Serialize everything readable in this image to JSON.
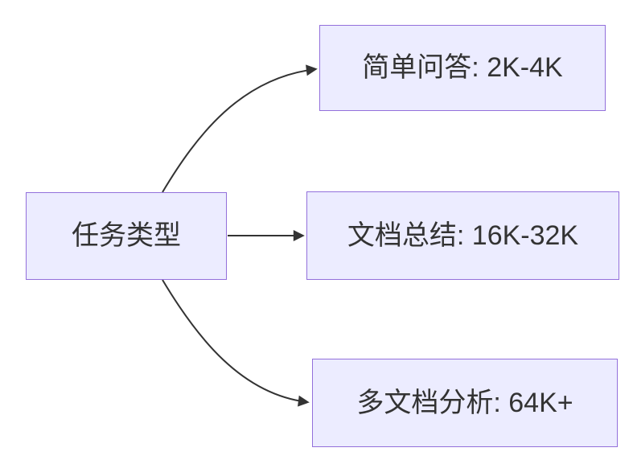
{
  "diagram": {
    "type": "flowchart",
    "root": {
      "label": "任务类型"
    },
    "branches": [
      {
        "label": "简单问答: 2K-4K"
      },
      {
        "label": "文档总结: 16K-32K"
      },
      {
        "label": "多文档分析: 64K+"
      }
    ],
    "colors": {
      "node_fill": "#ECECFF",
      "node_border": "#9370DB",
      "edge": "#333333",
      "text": "#333333",
      "background": "#FFFFFF"
    }
  }
}
